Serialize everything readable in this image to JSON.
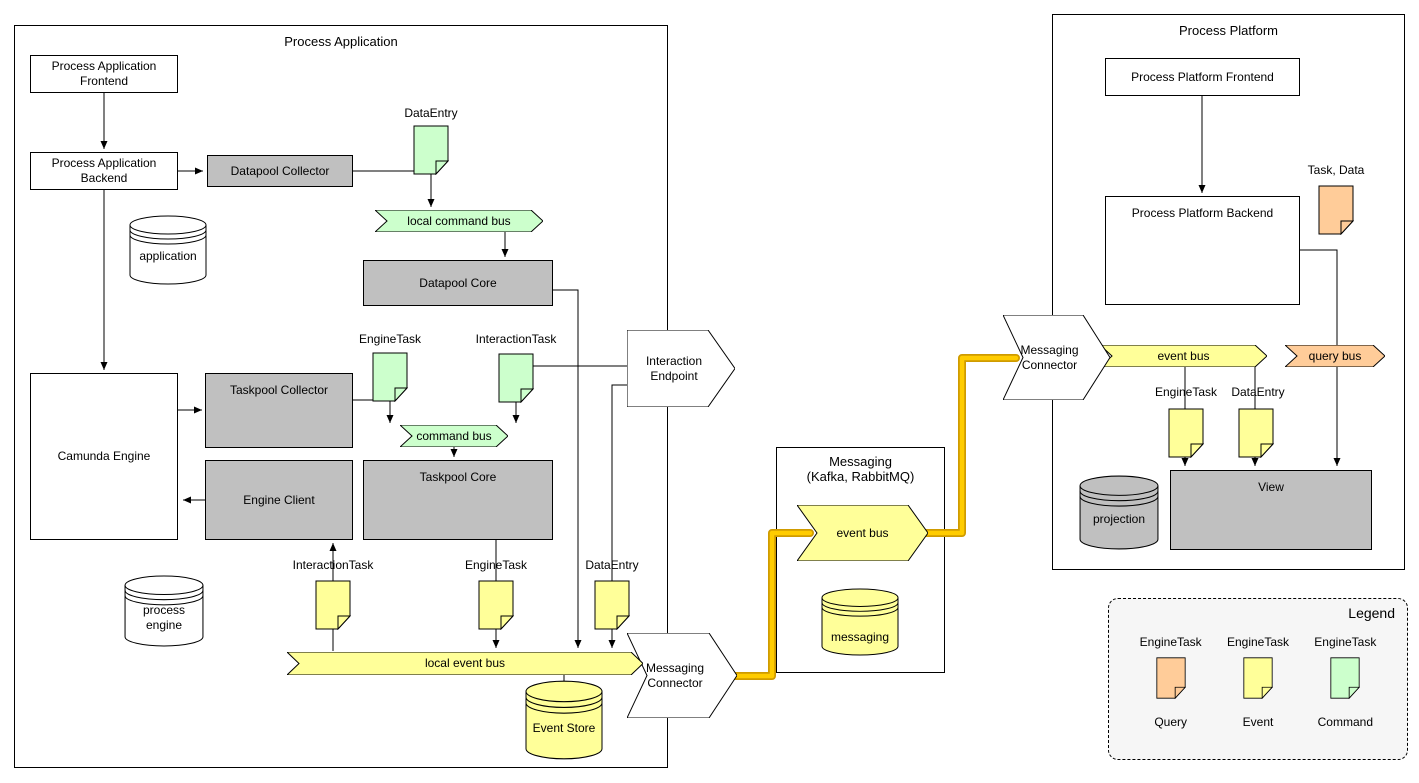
{
  "app": {
    "frame_title": "Process Application",
    "frontend": "Process Application Frontend",
    "backend": "Process Application Backend",
    "datapool_collector": "Datapool Collector",
    "datapool_core": "Datapool Core",
    "camunda_engine": "Camunda Engine",
    "taskpool_collector": "Taskpool Collector",
    "engine_client": "Engine Client",
    "taskpool_core": "Taskpool Core",
    "interaction_endpoint": "Interaction Endpoint",
    "messaging_connector": "Messaging Connector",
    "buses": {
      "local_command_bus": "local command bus",
      "command_bus": "command bus",
      "local_event_bus": "local event bus"
    },
    "databases": {
      "application": "application",
      "process_engine": "process engine",
      "event_store": "Event Store"
    },
    "docs": {
      "data_entry_cmd": "DataEntry",
      "engine_task_cmd": "EngineTask",
      "interaction_task_cmd": "InteractionTask",
      "interaction_task_evt": "InteractionTask",
      "engine_task_evt": "EngineTask",
      "data_entry_evt": "DataEntry"
    }
  },
  "messaging": {
    "title": "Messaging",
    "subtitle": "(Kafka, RabbitMQ)",
    "event_bus": "event bus",
    "database": "messaging"
  },
  "platform": {
    "frame_title": "Process Platform",
    "frontend": "Process Platform Frontend",
    "backend": "Process Platform Backend",
    "messaging_connector": "Messaging Connector",
    "event_bus": "event bus",
    "query_bus": "query bus",
    "view": "View",
    "database": "projection",
    "docs": {
      "task_data": "Task, Data",
      "engine_task": "EngineTask",
      "data_entry": "DataEntry"
    }
  },
  "legend": {
    "title": "Legend",
    "items": [
      {
        "doc_label": "EngineTask",
        "type_label": "Query",
        "color": "#ffcc99"
      },
      {
        "doc_label": "EngineTask",
        "type_label": "Event",
        "color": "#ffff99"
      },
      {
        "doc_label": "EngineTask",
        "type_label": "Command",
        "color": "#ccffcc"
      }
    ]
  },
  "colors": {
    "box_gray": "#c0c0c0",
    "command_green": "#ccffcc",
    "event_yellow": "#ffff99",
    "query_orange": "#ffcc99",
    "bus_gold": "#ffcc00"
  }
}
